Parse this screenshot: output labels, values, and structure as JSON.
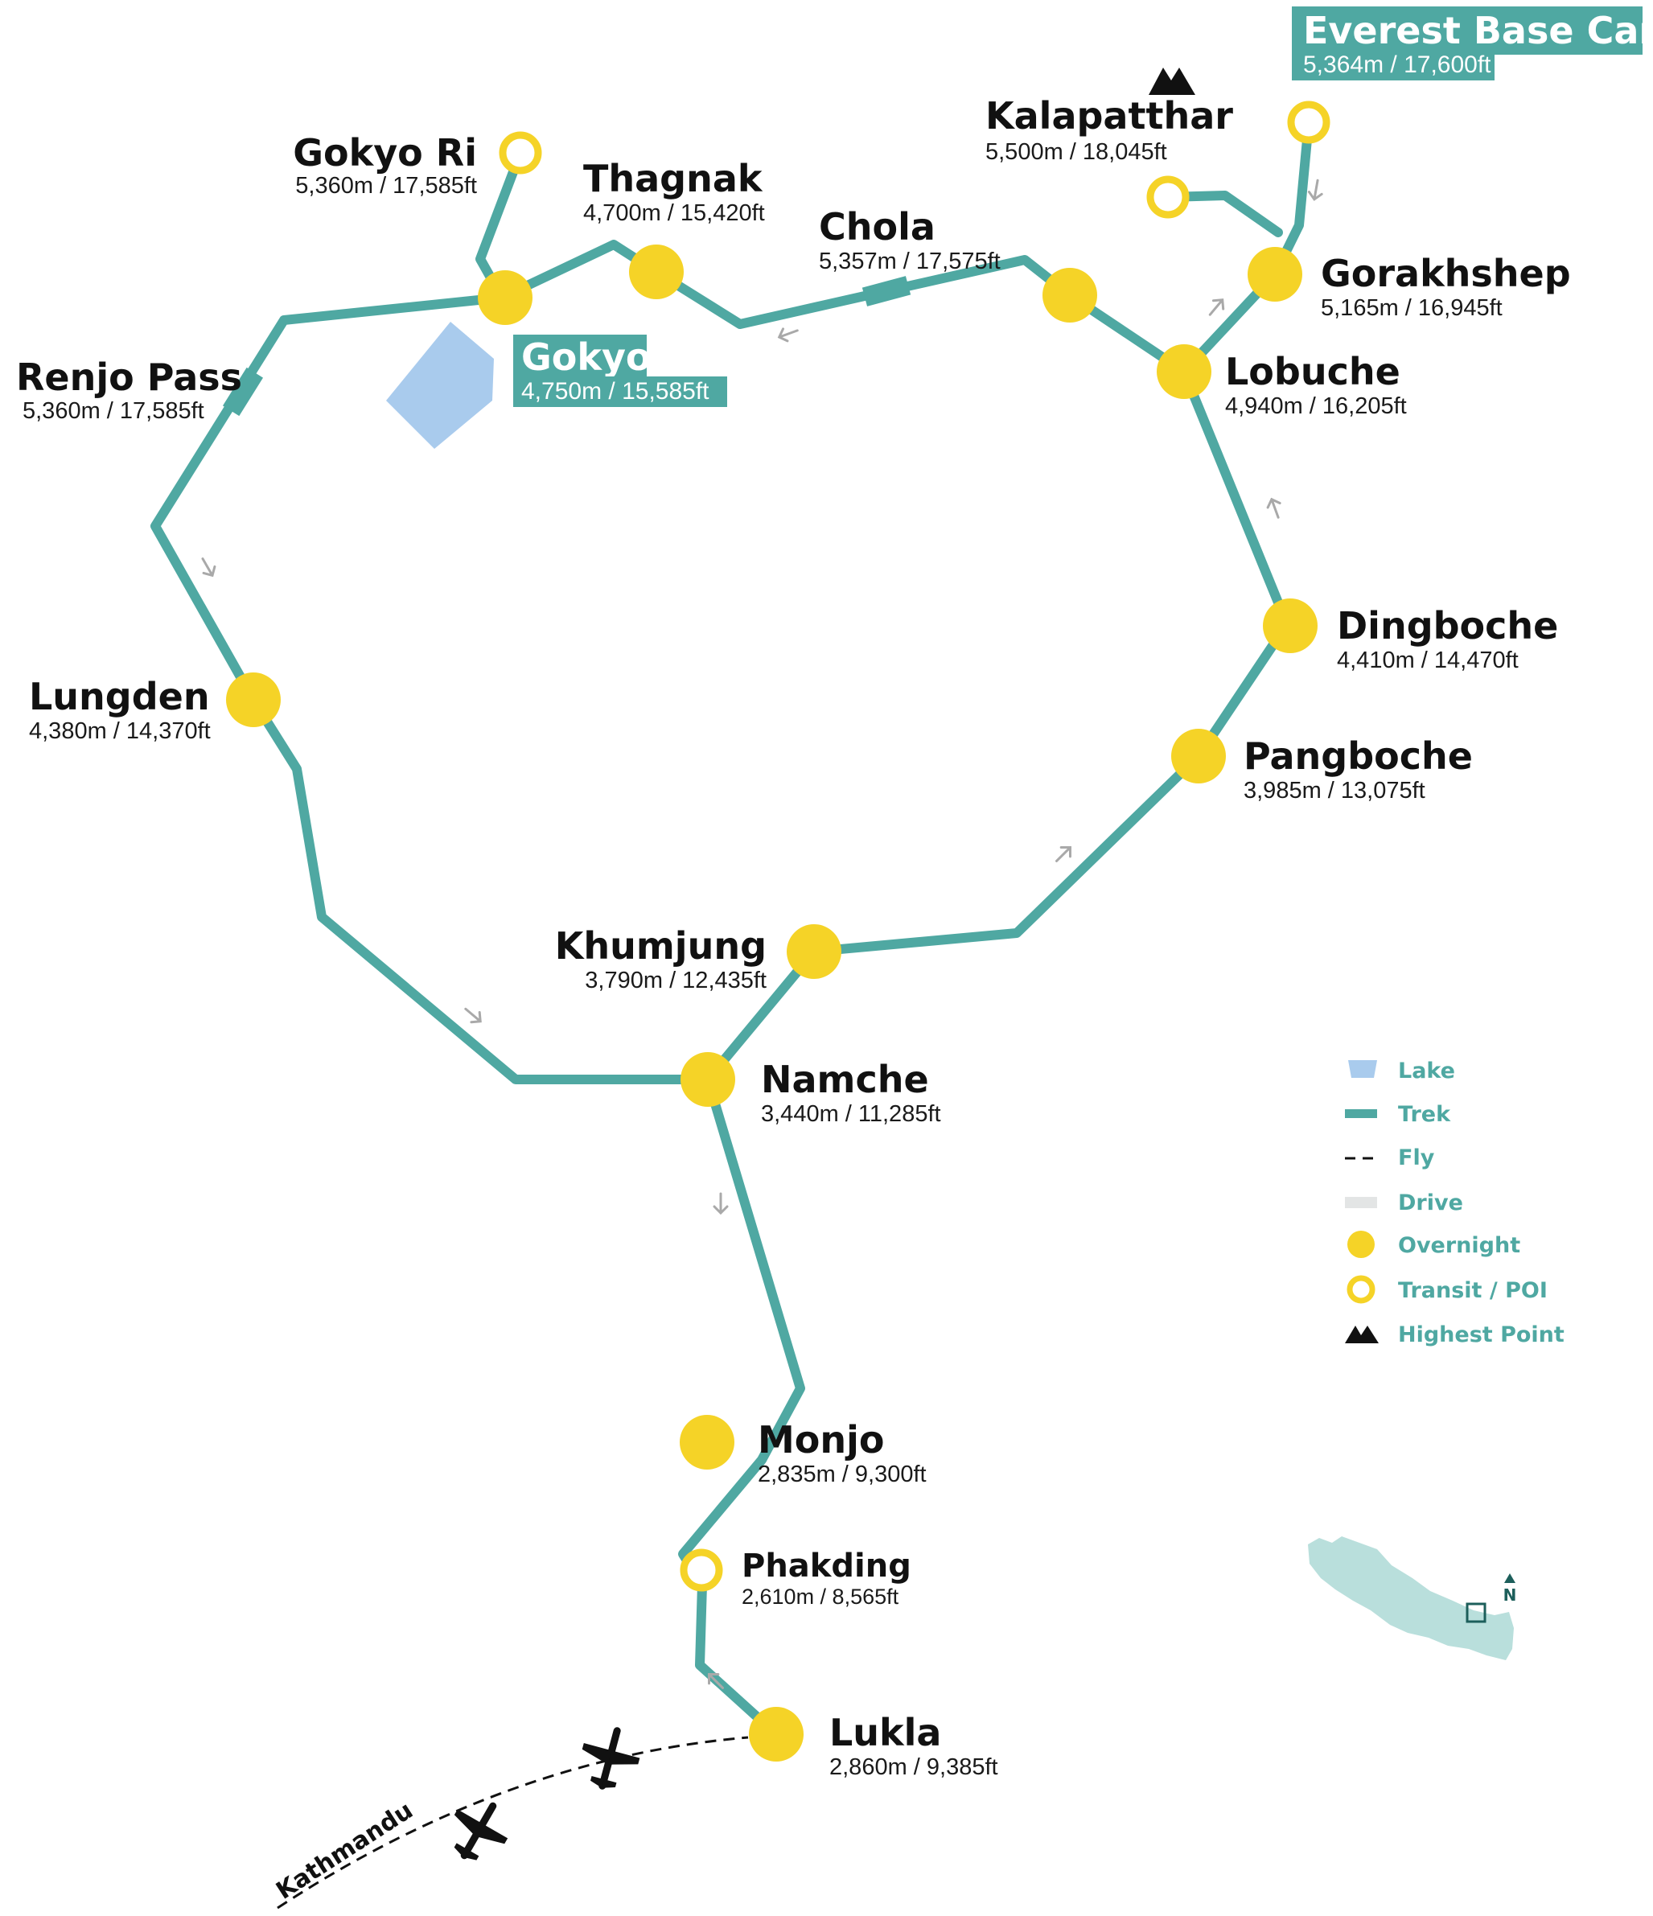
{
  "colors": {
    "trek": "#4fa8a2",
    "overnight": "#f5d327",
    "transit": "#f5d327",
    "lake": "#a9cbed",
    "legend_text": "#4fa8a2",
    "highlight_bg": "#4fa8a2",
    "fly": "#111111",
    "drive": "#e3e5e5",
    "arrow": "#a9a9a9",
    "inset_map": "#b9dfdc"
  },
  "stops": {
    "ebc": {
      "name": "Everest Base Camp",
      "elev": "5,364m / 17,600ft",
      "type": "transit"
    },
    "kalapatthar": {
      "name": "Kalapatthar",
      "elev": "5,500m / 18,045ft",
      "type": "transit"
    },
    "gokyo_ri": {
      "name": "Gokyo Ri",
      "elev": "5,360m / 17,585ft",
      "type": "transit"
    },
    "thagnak": {
      "name": "Thagnak",
      "elev": "4,700m / 15,420ft",
      "type": "overnight"
    },
    "chola": {
      "name": "Chola",
      "elev": "5,357m / 17,575ft",
      "type": "pass"
    },
    "gorakhshep": {
      "name": "Gorakhshep",
      "elev": "5,165m / 16,945ft",
      "type": "overnight"
    },
    "gokyo": {
      "name": "Gokyo",
      "elev": "4,750m / 15,585ft",
      "type": "overnight"
    },
    "renjo_pass": {
      "name": "Renjo Pass",
      "elev": "5,360m / 17,585ft",
      "type": "pass"
    },
    "lobuche": {
      "name": "Lobuche",
      "elev": "4,940m / 16,205ft",
      "type": "overnight"
    },
    "dingboche": {
      "name": "Dingboche",
      "elev": "4,410m / 14,470ft",
      "type": "overnight"
    },
    "lungden": {
      "name": "Lungden",
      "elev": "4,380m / 14,370ft",
      "type": "overnight"
    },
    "pangboche": {
      "name": "Pangboche",
      "elev": "3,985m / 13,075ft",
      "type": "overnight"
    },
    "khumjung": {
      "name": "Khumjung",
      "elev": "3,790m / 12,435ft",
      "type": "overnight"
    },
    "namche": {
      "name": "Namche",
      "elev": "3,440m / 11,285ft",
      "type": "overnight"
    },
    "monjo": {
      "name": "Monjo",
      "elev": "2,835m / 9,300ft",
      "type": "overnight"
    },
    "phakding": {
      "name": "Phakding",
      "elev": "2,610m / 8,565ft",
      "type": "transit"
    },
    "lukla": {
      "name": "Lukla",
      "elev": "2,860m / 9,385ft",
      "type": "overnight"
    }
  },
  "flight_origin": "Kathmandu",
  "highest_point": {
    "stop": "Kalapatthar",
    "icon": "mountain-peak-icon"
  },
  "legend": [
    {
      "label": "Lake",
      "icon": "lake-icon"
    },
    {
      "label": "Trek",
      "icon": "trek-line-icon"
    },
    {
      "label": "Fly",
      "icon": "fly-dashed-line-icon"
    },
    {
      "label": "Drive",
      "icon": "drive-line-icon"
    },
    {
      "label": "Overnight",
      "icon": "overnight-dot-icon"
    },
    {
      "label": "Transit / POI",
      "icon": "transit-ring-icon"
    },
    {
      "label": "Highest Point",
      "icon": "mountain-peak-icon"
    }
  ],
  "inset": {
    "compass_label": "N",
    "icon": "nepal-outline-icon"
  }
}
